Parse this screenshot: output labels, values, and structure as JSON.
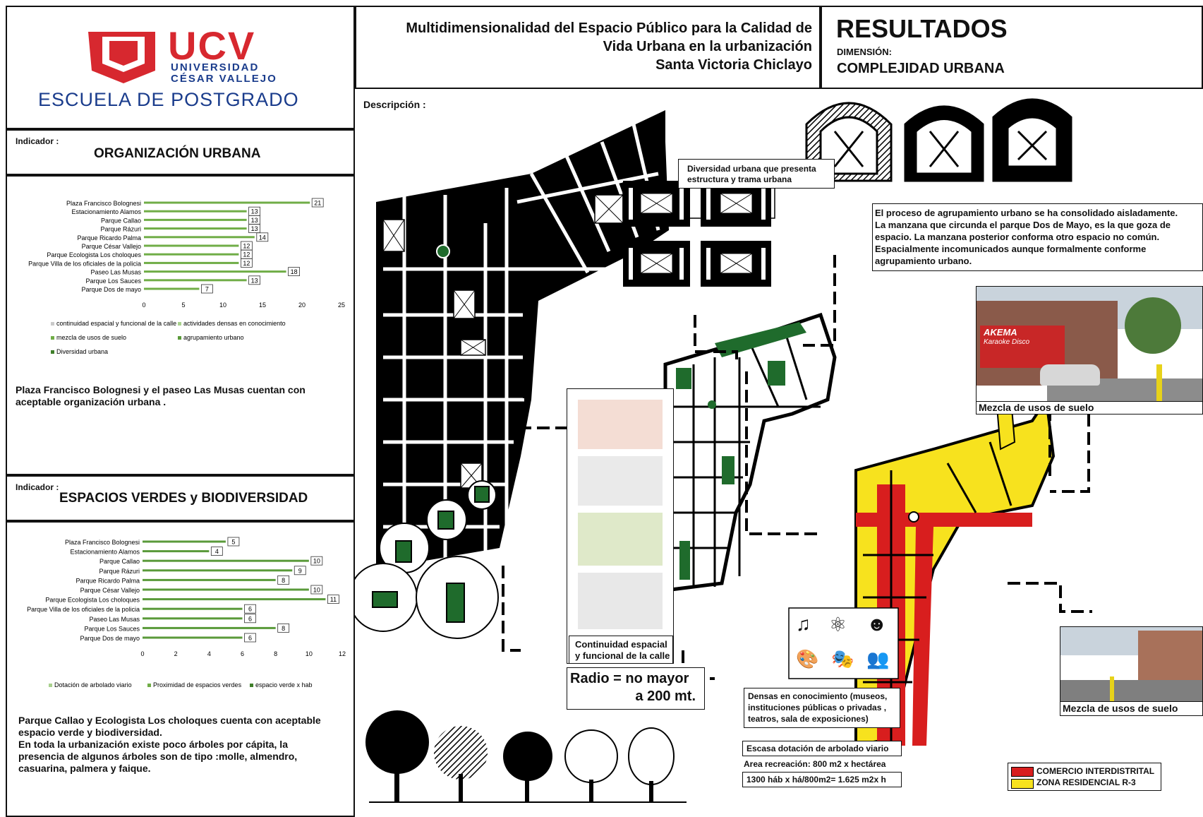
{
  "logo": {
    "brand": "UCV",
    "university_line1": "UNIVERSIDAD",
    "university_line2": "CÉSAR VALLEJO",
    "school": "ESCUELA DE POSTGRADO",
    "color": "#d7282f"
  },
  "header": {
    "title_line1": "Multidimensionalidad del Espacio Público para la Calidad de",
    "title_line2": "Vida Urbana en la urbanización",
    "title_line3": "Santa Victoria Chiclayo",
    "results": "RESULTADOS",
    "dimension_label": "DIMENSIÓN:",
    "dimension_value": "COMPLEJIDAD URBANA"
  },
  "indicator1": {
    "label": "Indicador :",
    "name": "ORGANIZACIÓN URBANA",
    "description_line1": "Plaza Francisco Bolognesi y el paseo Las Musas cuentan  con",
    "description_line2": "aceptable organización urbana ."
  },
  "indicator2": {
    "label": "Indicador :",
    "name": "ESPACIOS VERDES y  BIODIVERSIDAD",
    "description_line1": "Parque Callao y Ecologista Los choloques cuenta con aceptable",
    "description_line2": "espacio verde y biodiversidad.",
    "description_line3": "En toda la urbanización existe poco árboles por cápita, la",
    "description_line4": "presencia de algunos árboles son de tipo :molle, almendro,",
    "description_line5": "casuarina, palmera y faique."
  },
  "chart_data": [
    {
      "type": "bar",
      "orientation": "horizontal",
      "categories": [
        "Plaza Francisco Bolognesi",
        "Estacionamiento Alamos",
        "Parque Callao",
        "Parque Rázuri",
        "Parque Ricardo Palma",
        "Parque César Vallejo",
        "Parque Ecologista Los choloques",
        "Parque Villa de los oficiales de la policia",
        "Paseo Las Musas",
        "Parque Los Sauces",
        "Parque Dos de mayo"
      ],
      "values": [
        21,
        13,
        13,
        13,
        14,
        12,
        12,
        12,
        18,
        13,
        7
      ],
      "xticks": [
        "0",
        "5",
        "10",
        "15",
        "20",
        "25"
      ],
      "xlim": [
        0,
        25
      ],
      "legend": [
        "continuidad espacial y funcional de la calle",
        "actividades densas en conocimiento",
        "mezcla de usos de suelo",
        "agrupamiento urbano",
        "Diversidad urbana"
      ],
      "legend_colors": [
        "#c9c9c9",
        "#a9d18e",
        "#70ad47",
        "#5a9a3a",
        "#3f7f2a"
      ],
      "bar_color": "#70ad47"
    },
    {
      "type": "bar",
      "orientation": "horizontal",
      "categories": [
        "Plaza Francisco Bolognesi",
        "Estacionamiento Alamos",
        "Parque Callao",
        "Parque Rázuri",
        "Parque Ricardo Palma",
        "Parque César Vallejo",
        "Parque Ecologista Los choloques",
        "Parque Villa de los oficiales de la policia",
        "Paseo Las Musas",
        "Parque Los Sauces",
        "Parque Dos de mayo"
      ],
      "values": [
        5,
        4,
        10,
        9,
        8,
        10,
        11,
        6,
        6,
        8,
        6
      ],
      "xticks": [
        "0",
        "2",
        "4",
        "6",
        "8",
        "10",
        "12"
      ],
      "xlim": [
        0,
        12
      ],
      "legend": [
        "Dotación de arbolado viario",
        "Proximidad de espacios verdes",
        "espacio verde x hab"
      ],
      "legend_colors": [
        "#a9d18e",
        "#70ad47",
        "#3f7f2a"
      ],
      "bar_color": "#5a9a3a"
    }
  ],
  "descripcion_label": "Descripción :",
  "diversidad_caption_line1": "Diversidad urbana que presenta",
  "diversidad_caption_line2": "estructura y trama urbana",
  "agrupamiento_text_line1": "El proceso de agrupamiento urbano se ha consolidado aisladamente.",
  "agrupamiento_text_line2": "La manzana que circunda el parque Dos de Mayo, es la que goza de",
  "agrupamiento_text_line3": "espacio. La manzana posterior conforma otro espacio no común.",
  "agrupamiento_text_line4": "Espacialmente incomunicados aunque formalmente conforme",
  "agrupamiento_text_line5": "agrupamiento urbano.",
  "photo1_caption": "Mezcla de usos de suelo",
  "photo1_sign1": "AKEMA",
  "photo1_sign2": "Karaoke Disco",
  "photo2_caption": "Mezcla de usos de suelo",
  "continuidad_caption_line1": "Continuidad espacial",
  "continuidad_caption_line2": "y  funcional de la calle",
  "radio_line1": "Radio = no mayor",
  "radio_line2": "a 200 mt.",
  "densas_line1": "Densas en conocimiento (museos,",
  "densas_line2": "instituciones públicas o privadas ,",
  "densas_line3": "teatros, sala de exposiciones)",
  "arbolado_label": "Escasa dotación de arbolado viario",
  "area_recreacion": "Area recreación: 800 m2 x hectárea",
  "hab_calc": "1300 háb x há/800m2= 1.625 m2x h",
  "map_legend": [
    {
      "label": "COMERCIO INTERDISTRITAL",
      "color": "#d81e1e"
    },
    {
      "label": "ZONA RESIDENCIAL R-3",
      "color": "#f7e21e"
    }
  ],
  "colors": {
    "green": "#1f6b2c",
    "black": "#000000",
    "red": "#d81e1e",
    "yellow": "#f7e21e"
  }
}
